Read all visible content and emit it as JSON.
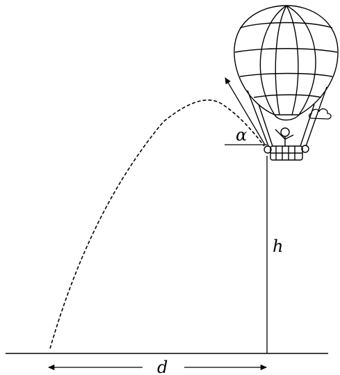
{
  "labels": {
    "angle": "α",
    "height": "h",
    "distance": "d"
  },
  "icons": [
    "hot-air-balloon-icon",
    "cloud-icon"
  ],
  "colors": {
    "stroke": "#000000",
    "background": "#ffffff"
  }
}
